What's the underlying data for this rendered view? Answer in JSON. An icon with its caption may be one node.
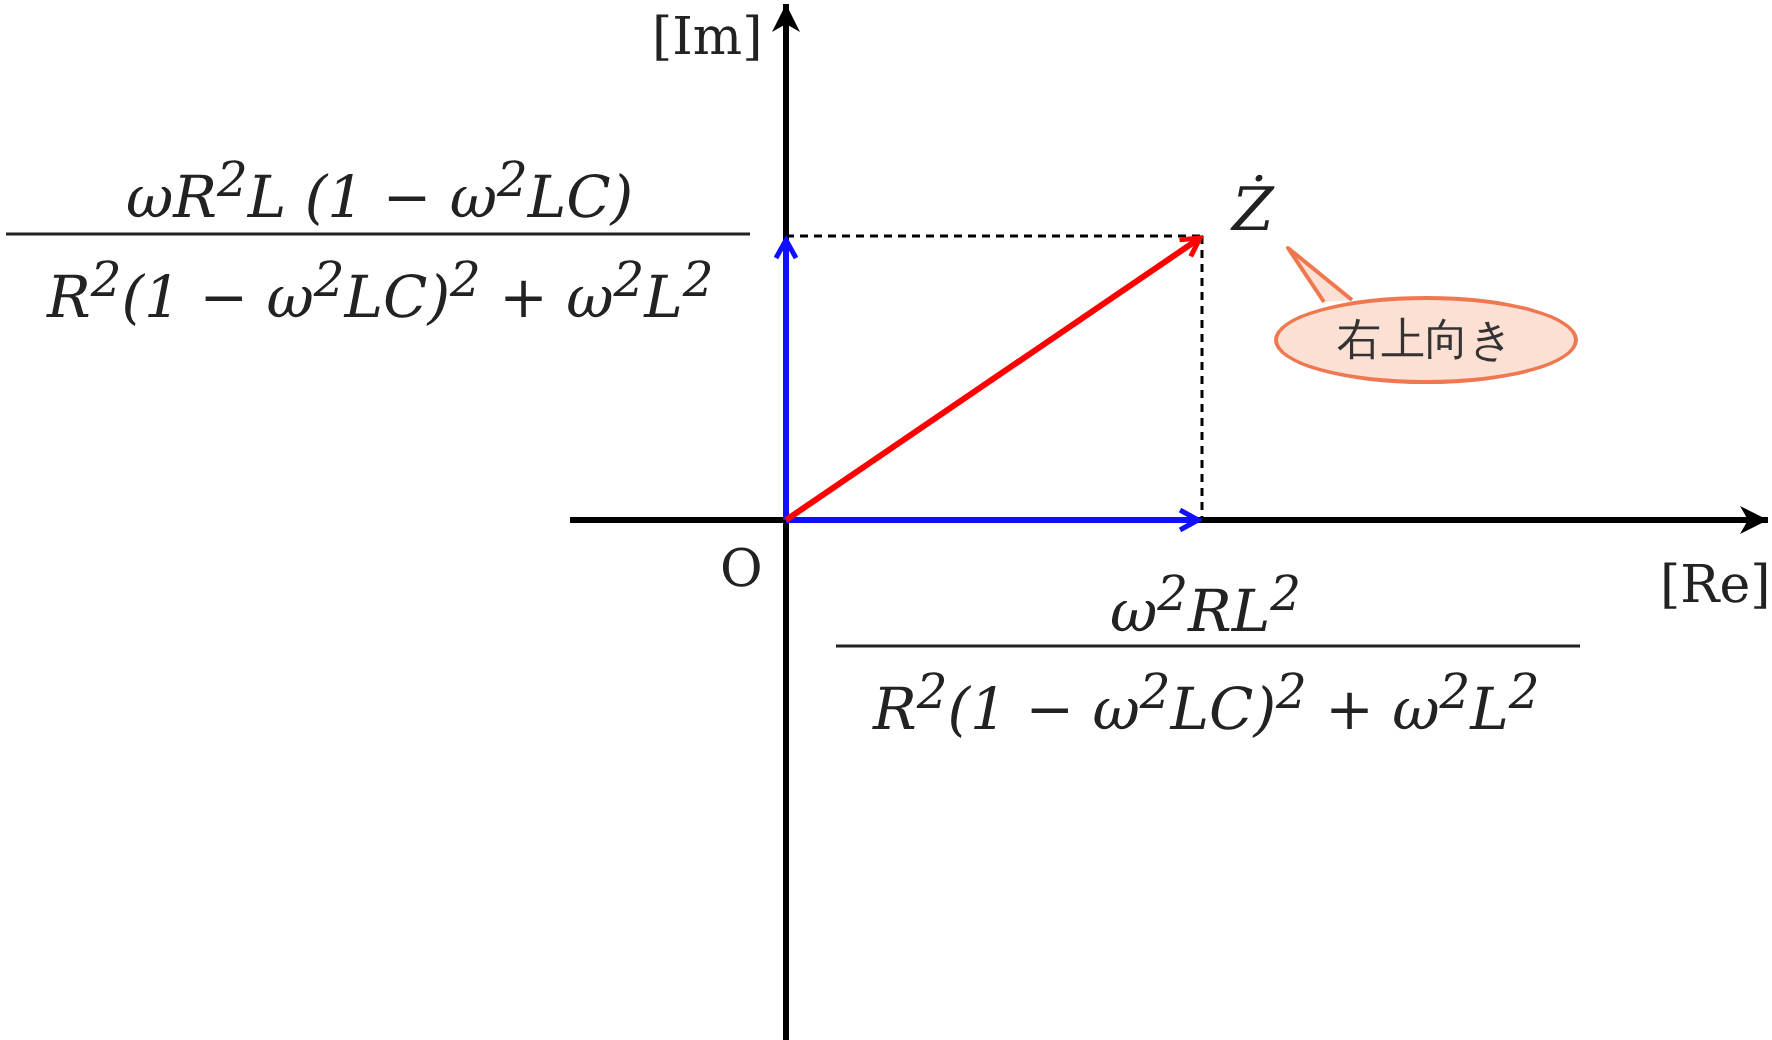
{
  "diagram": {
    "nodes": [
      {
        "text": [
          "右上向き"
        ]
      }
    ],
    "labels": [
      "[Im]",
      "ωR$^{2}$L (1 − ω$^{2}$LC)",
      "Ż",
      "R$^{2}$(1 − ω$^{2}$LC)$^{2}$ + ω$^{2}$L$^{2}$",
      "O",
      "[Re]",
      "ω$^{2}$RL$^{2}$",
      "R$^{2}$(1 − ω$^{2}$LC)$^{2}$ + ω$^{2}$L$^{2}$"
    ]
  }
}
